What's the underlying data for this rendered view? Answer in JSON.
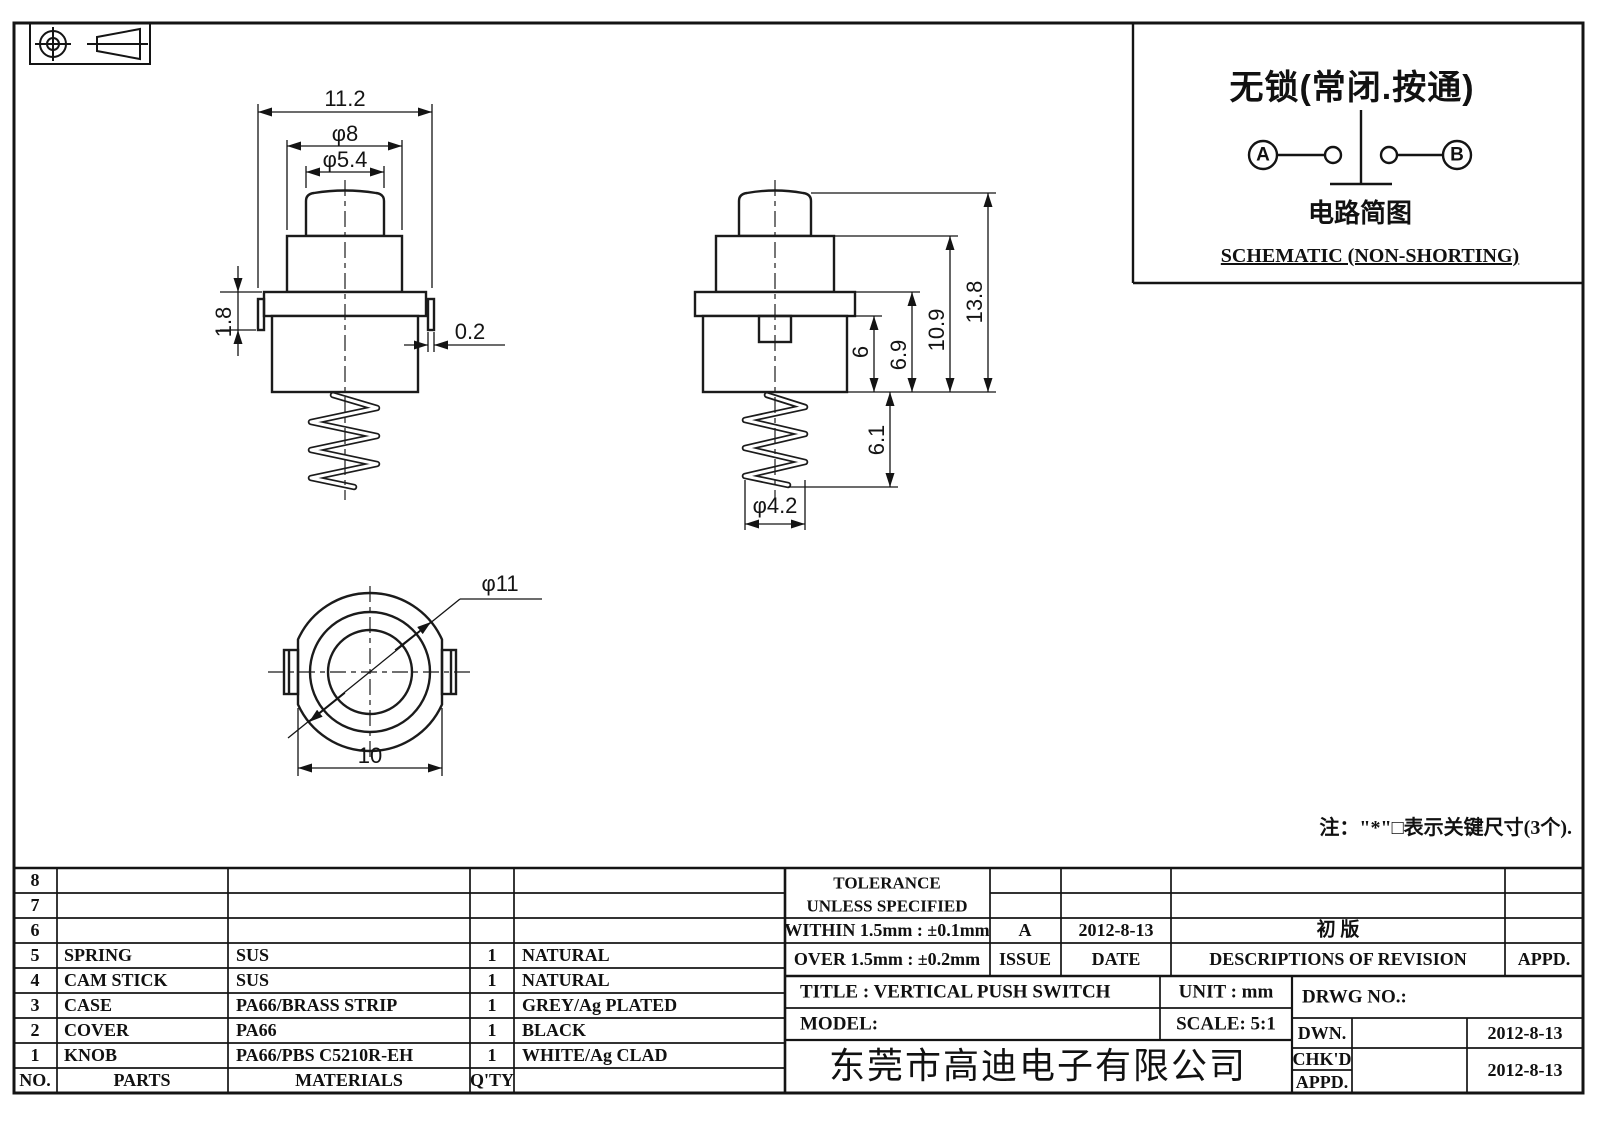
{
  "schematic": {
    "title": "无锁(常闭.按通)",
    "terminal_a": "A",
    "terminal_b": "B",
    "caption_cn": "电路简图",
    "caption_en": "SCHEMATIC (NON-SHORTING)"
  },
  "note": "注：\"*\"□表示关键尺寸(3个).",
  "dims": {
    "overall_width": "11.2",
    "knob_dia": "φ8",
    "cap_dia": "φ5.4",
    "flange_h": "1.8",
    "tab_t": "0.2",
    "case_h": "6",
    "cover_h": "6.9",
    "body_h": "10.9",
    "total_h": "13.8",
    "spring_l": "6.1",
    "spring_dia": "φ4.2",
    "outer_dia": "φ11",
    "across_flats": "10"
  },
  "parts_table": {
    "header": {
      "no": "NO.",
      "parts": "PARTS",
      "materials": "MATERIALS",
      "qty": "Q'TY",
      "color": ""
    },
    "rows": [
      {
        "no": "8",
        "parts": "",
        "materials": "",
        "qty": "",
        "color": ""
      },
      {
        "no": "7",
        "parts": "",
        "materials": "",
        "qty": "",
        "color": ""
      },
      {
        "no": "6",
        "parts": "",
        "materials": "",
        "qty": "",
        "color": ""
      },
      {
        "no": "5",
        "parts": "SPRING",
        "materials": "SUS",
        "qty": "1",
        "color": "NATURAL"
      },
      {
        "no": "4",
        "parts": "CAM STICK",
        "materials": "SUS",
        "qty": "1",
        "color": "NATURAL"
      },
      {
        "no": "3",
        "parts": "CASE",
        "materials": "PA66/BRASS STRIP",
        "qty": "1",
        "color": "GREY/Ag PLATED"
      },
      {
        "no": "2",
        "parts": "COVER",
        "materials": "PA66",
        "qty": "1",
        "color": "BLACK"
      },
      {
        "no": "1",
        "parts": "KNOB",
        "materials": "PA66/PBS C5210R-EH",
        "qty": "1",
        "color": "WHITE/Ag CLAD"
      }
    ]
  },
  "tolerance": {
    "line1": "TOLERANCE",
    "line2": "UNLESS  SPECIFIED",
    "within": "WITHIN 1.5mm : ±0.1mm",
    "over": "OVER 1.5mm : ±0.2mm"
  },
  "revision": {
    "issue_value": "A",
    "date_value": "2012-8-13",
    "description_value": "初  版",
    "issue_label": "ISSUE",
    "date_label": "DATE",
    "desc_label": "DESCRIPTIONS OF REVISION",
    "appd_label": "APPD."
  },
  "title_block": {
    "title": "TITLE :   VERTICAL PUSH SWITCH",
    "unit": "UNIT :   mm",
    "drwg_no": "DRWG NO.:",
    "model": "MODEL:",
    "scale": "SCALE:   5:1",
    "dwn": "DWN.",
    "chkd": "CHK'D",
    "appd": "APPD.",
    "dwn_date": "2012-8-13",
    "chkd_date": "2012-8-13",
    "company": "东莞市高迪电子有限公司"
  }
}
